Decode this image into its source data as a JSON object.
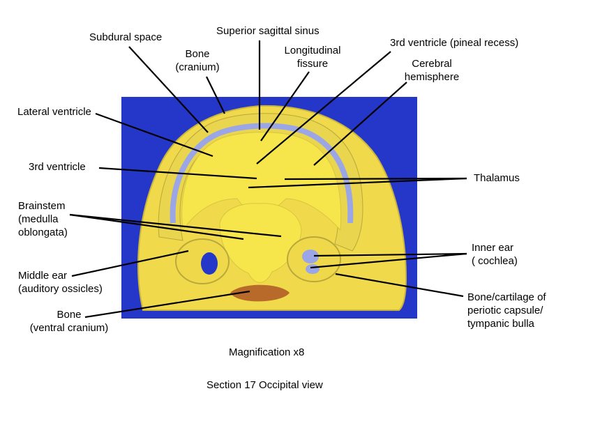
{
  "labels": {
    "subdural_space": "Subdural space",
    "bone_cranium": "Bone\n(cranium)",
    "superior_sagittal_sinus": "Superior sagittal sinus",
    "longitudinal_fissure": "Longitudinal\nfissure",
    "third_ventricle_pineal": "3rd ventricle (pineal recess)",
    "cerebral_hemisphere": "Cerebral\nhemisphere",
    "lateral_ventricle": "Lateral ventricle",
    "third_ventricle": "3rd ventricle",
    "thalamus": "Thalamus",
    "brainstem": "Brainstem\n(medulla\noblongata)",
    "inner_ear": "Inner ear\n( cochlea)",
    "middle_ear": "Middle ear\n(auditory ossicles)",
    "bone_ventral_cranium": "Bone\n(ventral cranium)",
    "periotic_capsule": "Bone/cartilage of\nperiotic capsule/\ntympanic bulla"
  },
  "captions": {
    "magnification": "Magnification x8",
    "section": "Section 17 Occipital view"
  },
  "colors": {
    "background_blue": "#2437c9",
    "tissue_yellow": "#f4e25a",
    "brain_yellow": "#f6e64c",
    "ventricle_blue": "#9aa6e6"
  }
}
